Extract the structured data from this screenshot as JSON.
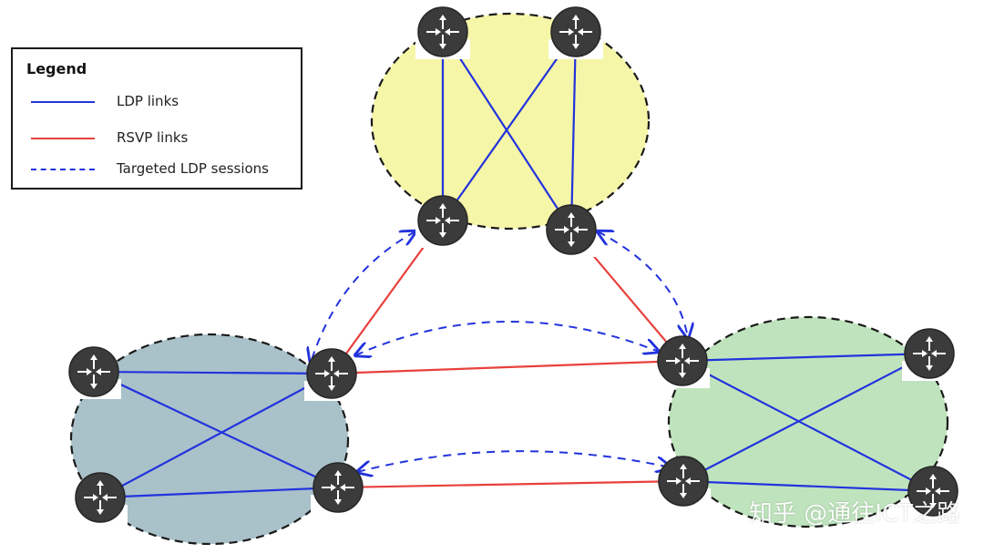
{
  "legend": {
    "title": "Legend",
    "items": [
      {
        "label": "LDP links",
        "style": "solid",
        "color": "#2233dd"
      },
      {
        "label": "RSVP links",
        "style": "solid",
        "color": "#e8413c"
      },
      {
        "label": "Targeted LDP sessions",
        "style": "dashed",
        "color": "#2233dd"
      }
    ]
  },
  "colors": {
    "ldp": "#2233dd",
    "rsvp": "#e8413c",
    "session": "#2233dd",
    "router": "#3b3b3b",
    "router_arrow": "#ffffff",
    "region_top": "#f6f6a8",
    "region_left": "#a9c1c9",
    "region_right": "#bfe4bd"
  },
  "regions": [
    {
      "id": "region-top",
      "color_key": "region_top"
    },
    {
      "id": "region-left",
      "color_key": "region_left"
    },
    {
      "id": "region-right",
      "color_key": "region_right"
    }
  ],
  "routers": [
    {
      "id": "T1",
      "icon": "router-icon"
    },
    {
      "id": "T2",
      "icon": "router-icon"
    },
    {
      "id": "T3",
      "icon": "router-icon"
    },
    {
      "id": "T4",
      "icon": "router-icon"
    },
    {
      "id": "L1",
      "icon": "router-icon"
    },
    {
      "id": "L2",
      "icon": "router-icon"
    },
    {
      "id": "L3",
      "icon": "router-icon"
    },
    {
      "id": "L4",
      "icon": "router-icon"
    },
    {
      "id": "R1",
      "icon": "router-icon"
    },
    {
      "id": "R2",
      "icon": "router-icon"
    },
    {
      "id": "R3",
      "icon": "router-icon"
    },
    {
      "id": "R4",
      "icon": "router-icon"
    }
  ],
  "links": [
    {
      "from": "T1",
      "to": "T3",
      "type": "ldp"
    },
    {
      "from": "T1",
      "to": "T4",
      "type": "ldp"
    },
    {
      "from": "T2",
      "to": "T3",
      "type": "ldp"
    },
    {
      "from": "T2",
      "to": "T4",
      "type": "ldp"
    },
    {
      "from": "L1",
      "to": "L2",
      "type": "ldp"
    },
    {
      "from": "L1",
      "to": "L4",
      "type": "ldp"
    },
    {
      "from": "L3",
      "to": "L2",
      "type": "ldp"
    },
    {
      "from": "L3",
      "to": "L4",
      "type": "ldp"
    },
    {
      "from": "R1",
      "to": "R2",
      "type": "ldp"
    },
    {
      "from": "R1",
      "to": "R4",
      "type": "ldp"
    },
    {
      "from": "R3",
      "to": "R2",
      "type": "ldp"
    },
    {
      "from": "R3",
      "to": "R4",
      "type": "ldp"
    },
    {
      "from": "T3",
      "to": "L2",
      "type": "rsvp"
    },
    {
      "from": "T4",
      "to": "R1",
      "type": "rsvp"
    },
    {
      "from": "L2",
      "to": "R1",
      "type": "rsvp"
    },
    {
      "from": "L4",
      "to": "R3",
      "type": "rsvp"
    }
  ],
  "sessions": [
    {
      "from": "T3",
      "to": "L2"
    },
    {
      "from": "T4",
      "to": "R1"
    },
    {
      "from": "L2",
      "to": "R1"
    },
    {
      "from": "L4",
      "to": "R3"
    }
  ],
  "watermark": "知乎 @通往ICT之路"
}
